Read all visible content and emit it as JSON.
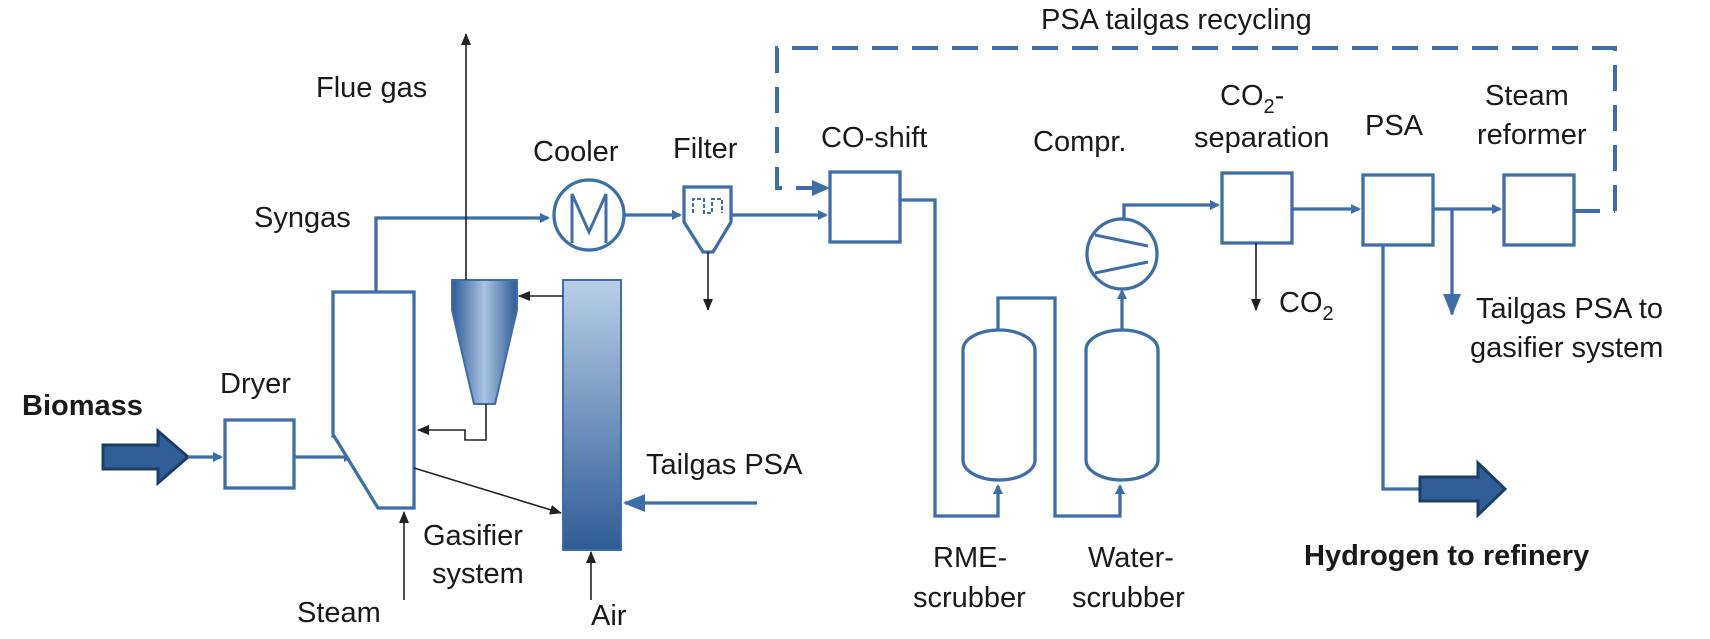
{
  "colors": {
    "flow": "#3e6ea8",
    "big_arrow_fill": "#2f5f96",
    "column_light": "#b9cfe8",
    "column_dark": "#2e5c96",
    "text": "#1a1a1a"
  },
  "labels": {
    "tailgas_recycling": "PSA tailgas recycling",
    "flue_gas": "Flue gas",
    "cooler": "Cooler",
    "filter": "Filter",
    "co_shift": "CO-shift",
    "compr": "Compr.",
    "co2_separation_line1_main": "CO",
    "co2_separation_line1_sub": "2",
    "co2_separation_line1_tail": "-",
    "co2_separation_line2": "separation",
    "psa": "PSA",
    "steam_reformer_line1": "Steam",
    "steam_reformer_line2": "reformer",
    "syngas": "Syngas",
    "co2_out_main": "CO",
    "co2_out_sub": "2",
    "tailgas_psa_to_line1": "Tailgas PSA to",
    "tailgas_psa_to_line2": "gasifier system",
    "biomass": "Biomass",
    "dryer": "Dryer",
    "tailgas_psa": "Tailgas PSA",
    "gasifier_line1": "Gasifier",
    "gasifier_line2": "system",
    "steam": "Steam",
    "air": "Air",
    "rme_line1": "RME-",
    "rme_line2": "scrubber",
    "water_line1": "Water-",
    "water_line2": "scrubber",
    "hydrogen": "Hydrogen to refinery"
  },
  "icons": {
    "cooler": "heat-exchanger-icon",
    "filter": "filter-icon",
    "compressor": "compressor-icon"
  }
}
